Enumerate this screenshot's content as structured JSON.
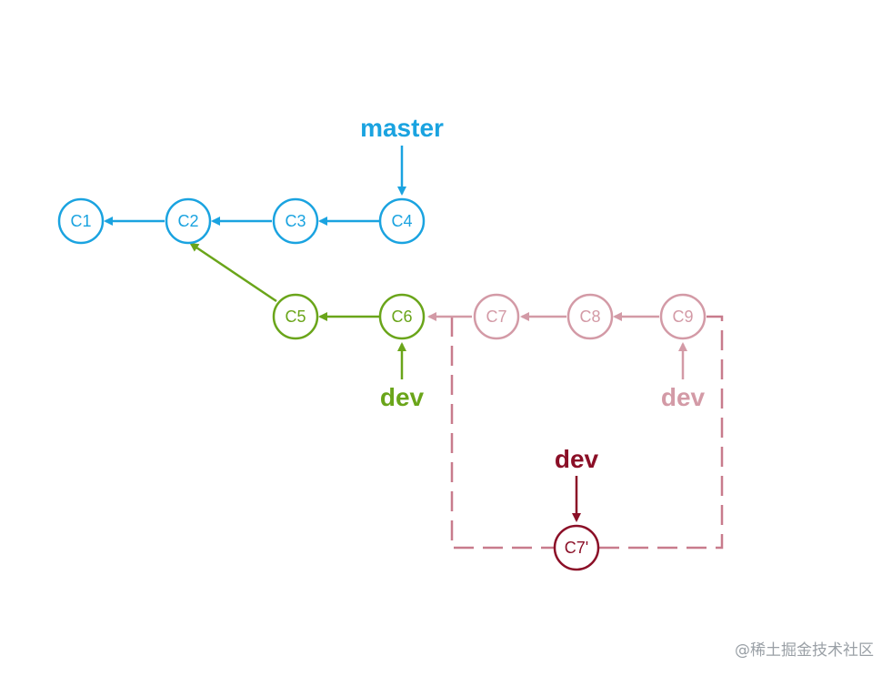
{
  "colors": {
    "master": "#1aa3e0",
    "dev": "#6aa51a",
    "old_dev": "#d39aa6",
    "new_dev": "#8b0f27",
    "box": "#c87b8c"
  },
  "commits": {
    "c1": "C1",
    "c2": "C2",
    "c3": "C3",
    "c4": "C4",
    "c5": "C5",
    "c6": "C6",
    "c7": "C7",
    "c8": "C8",
    "c9": "C9",
    "c7p": "C7'"
  },
  "refs": {
    "master": "master",
    "dev_green": "dev",
    "dev_faded": "dev",
    "dev_new": "dev"
  },
  "watermark": "@稀土掘金技术社区"
}
